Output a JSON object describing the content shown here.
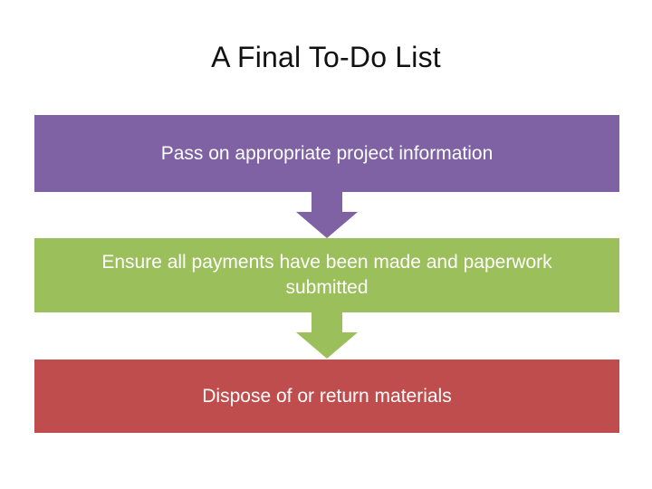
{
  "slide": {
    "title": "A Final To-Do List",
    "background_color": "#FFFFFF",
    "title_color": "#111111"
  },
  "process": {
    "type": "vertical-chevron-process",
    "steps": [
      {
        "order": 1,
        "label": "Pass on appropriate project information",
        "fill_color": "#7E62A4",
        "text_color": "#FFFFFF"
      },
      {
        "order": 2,
        "label": "Ensure all payments have been made and paperwork submitted",
        "fill_color": "#9BBF5B",
        "text_color": "#FFFFFF"
      },
      {
        "order": 3,
        "label": "Dispose of or return materials",
        "fill_color": "#C04D4D",
        "text_color": "#FFFFFF"
      }
    ],
    "connectors": [
      {
        "order": 1,
        "from_step": 1,
        "to_step": 2,
        "color": "#7E62A4",
        "direction": "down"
      },
      {
        "order": 2,
        "from_step": 2,
        "to_step": 3,
        "color": "#9BBF5B",
        "direction": "down"
      }
    ]
  }
}
